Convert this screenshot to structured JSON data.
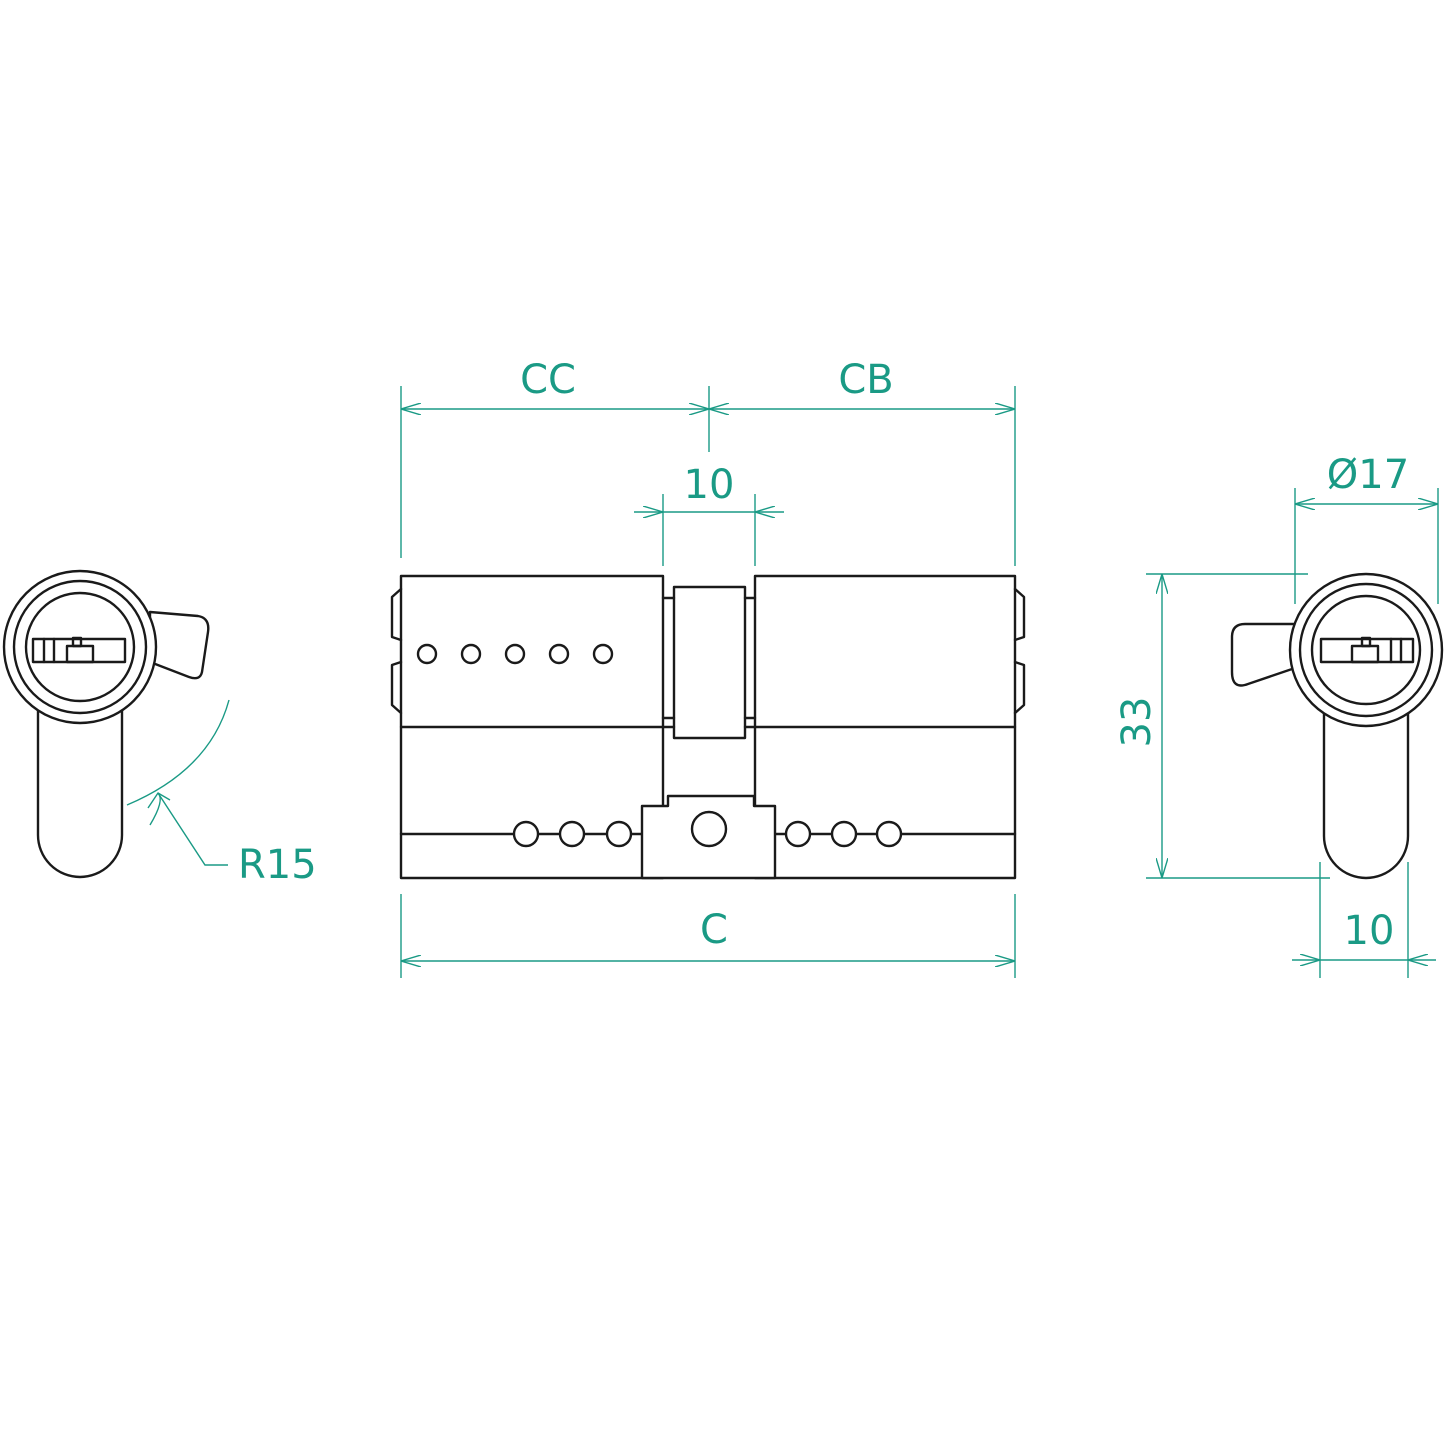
{
  "colors": {
    "line": "#1a1a1a",
    "dimension": "#1a9a85",
    "background": "#ffffff"
  },
  "dimensions": {
    "cc": "CC",
    "cb": "CB",
    "cam_width": "10",
    "overall_length": "C",
    "diameter": "Ø17",
    "height": "33",
    "lobe_width": "10",
    "radius": "R15"
  }
}
